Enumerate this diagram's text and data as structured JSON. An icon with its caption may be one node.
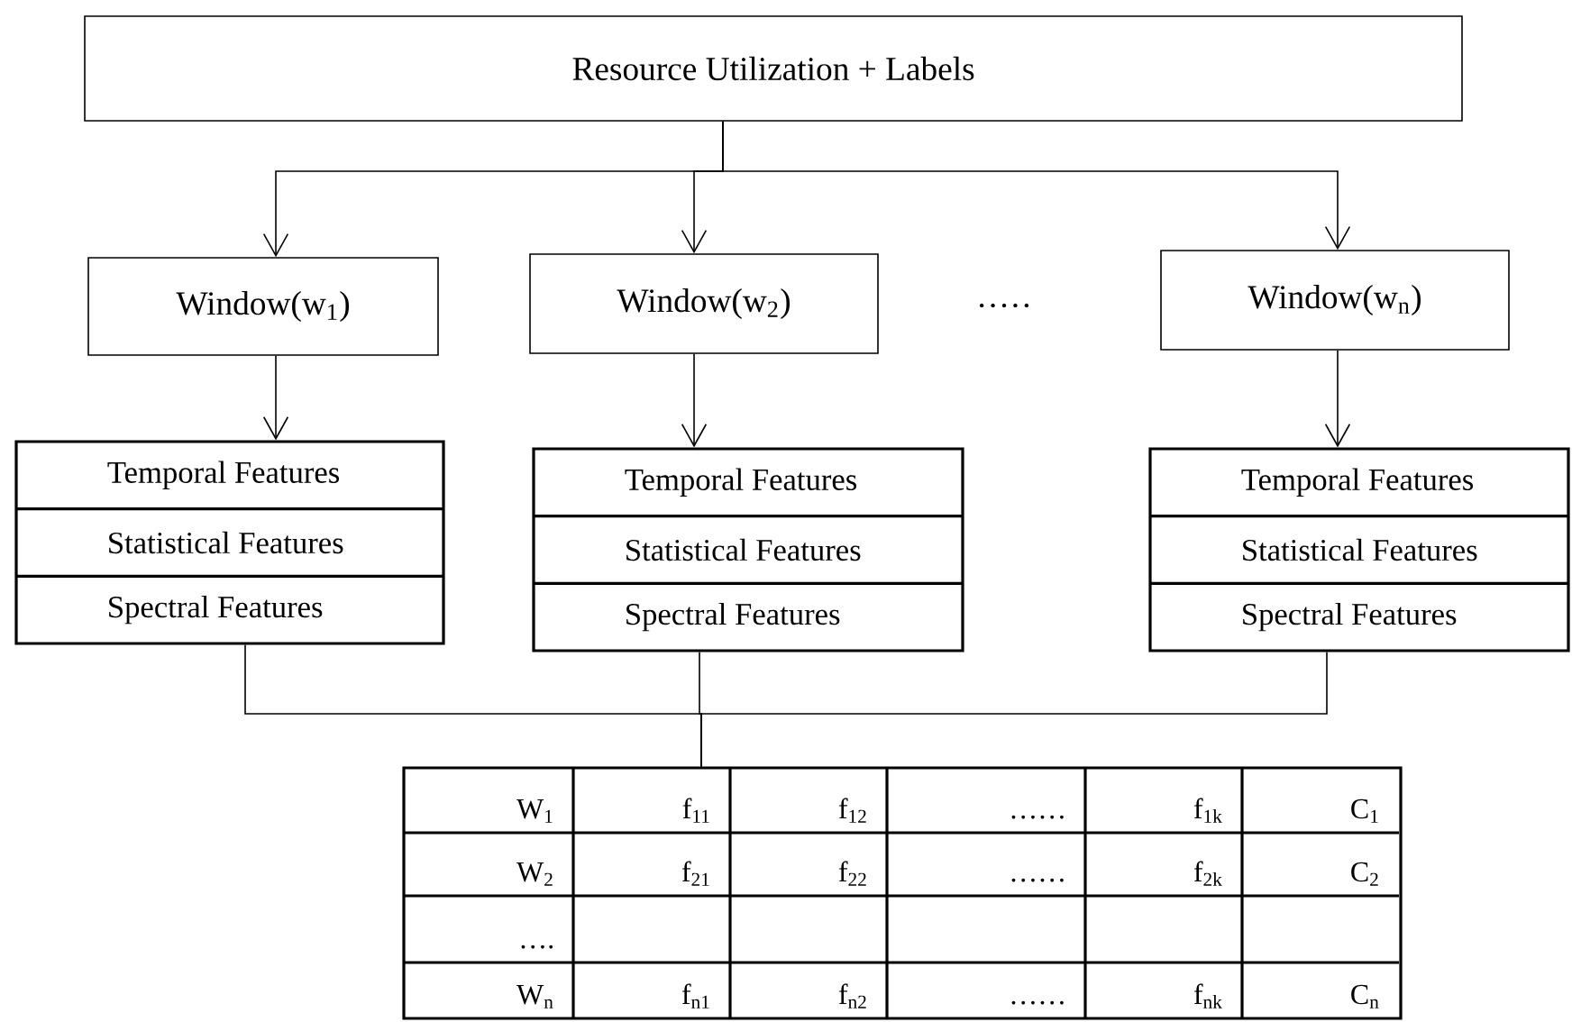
{
  "diagram": {
    "nodes": [
      {
        "text": [
          "Resource Utilization + Labels"
        ]
      },
      {
        "text": [
          "Window(w$_{1}$)"
        ]
      },
      {
        "text": [
          "Window(w$_{2}$)"
        ]
      },
      {
        "text": [
          "Window(w$_{n}$)"
        ]
      },
      {
        "text": [
          "Temporal Features",
          "Statistical Features",
          "Spectral Features"
        ]
      },
      {
        "text": [
          "Temporal Features",
          "Statistical Features",
          "Spectral Features"
        ]
      },
      {
        "text": [
          "Temporal Features",
          "Statistical Features",
          "Spectral Features"
        ]
      },
      {
        "text": [],
        "shape": "box"
      }
    ],
    "edges": [
      {
        "from": 0,
        "to": 1,
        "arrow": "to"
      },
      {
        "from": 0,
        "to": 2,
        "arrow": "to"
      },
      {
        "from": 0,
        "to": 3,
        "arrow": "to"
      },
      {
        "from": 1,
        "to": 4,
        "arrow": "to"
      },
      {
        "from": 2,
        "to": 5,
        "arrow": "to"
      },
      {
        "from": 3,
        "to": 6,
        "arrow": "to"
      },
      {
        "from": 4,
        "to": 7,
        "arrow": "none"
      },
      {
        "from": 5,
        "to": 7,
        "arrow": "none"
      },
      {
        "from": 6,
        "to": 7,
        "arrow": "none"
      }
    ],
    "labels": [
      "·····",
      "W$_{1}$",
      "f$_{11}$",
      "f$_{12}$",
      "……",
      "f$_{1k}$",
      "C$_{1}$",
      "W$_{2}$",
      "f$_{21}$",
      "f$_{22}$",
      "……",
      "f$_{2k}$",
      "C$_{2}$",
      "….",
      "W$_{n}$",
      "f$_{n1}$",
      "f$_{n2}$",
      "……",
      "f$_{nk}$",
      "C$_{n}$"
    ]
  }
}
